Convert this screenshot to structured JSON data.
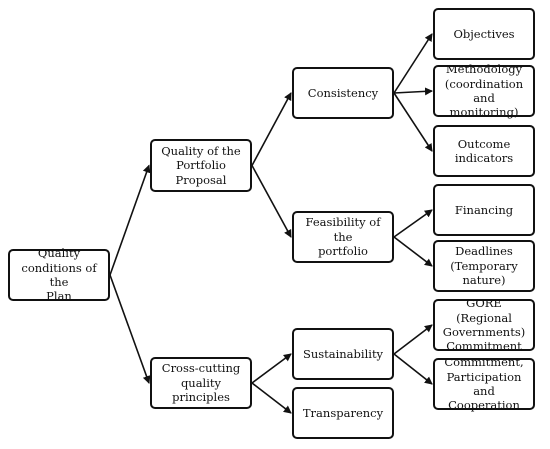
{
  "nodes": {
    "root": "Quality\nconditions of the\nPlan",
    "portfolio": "Quality of the\nPortfolio Proposal",
    "crosscutting": "Cross-cutting\nquality principles",
    "consistency": "Consistency",
    "feasibility": "Feasibility of the\nportfolio",
    "sustainability": "Sustainability",
    "transparency": "Transparency",
    "objectives": "Objectives",
    "methodology": "Methodology\n(coordination and\nmonitoring)",
    "outcome": "Outcome\nindicators",
    "financing": "Financing",
    "deadlines": "Deadlines\n(Temporary\nnature)",
    "gore": "GORE (Regional\nGovernments)\nCommitment",
    "commitment": "Commitment,\nParticipation and\nCooperation"
  },
  "edges": [
    [
      "root",
      "portfolio"
    ],
    [
      "root",
      "crosscutting"
    ],
    [
      "portfolio",
      "consistency"
    ],
    [
      "portfolio",
      "feasibility"
    ],
    [
      "consistency",
      "objectives"
    ],
    [
      "consistency",
      "methodology"
    ],
    [
      "consistency",
      "outcome"
    ],
    [
      "feasibility",
      "financing"
    ],
    [
      "feasibility",
      "deadlines"
    ],
    [
      "crosscutting",
      "sustainability"
    ],
    [
      "crosscutting",
      "transparency"
    ],
    [
      "sustainability",
      "gore"
    ],
    [
      "sustainability",
      "commitment"
    ]
  ]
}
